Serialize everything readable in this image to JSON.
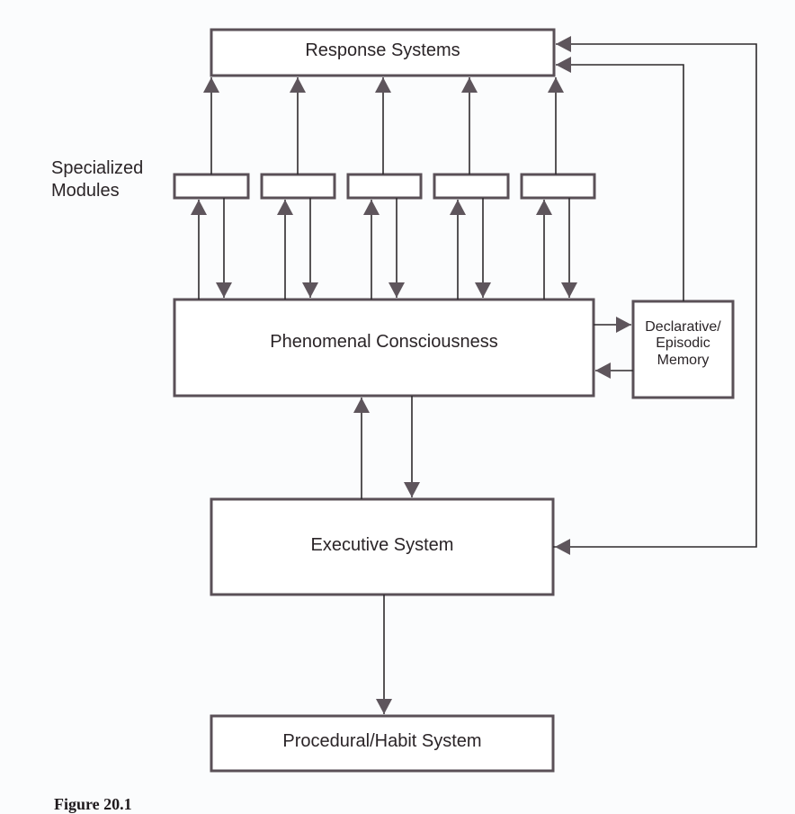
{
  "diagram": {
    "nodes": {
      "response_systems": "Response Systems",
      "specialized_modules_label": "Specialized Modules",
      "specialized_modules_count": 5,
      "phenomenal_consciousness": "Phenomenal Consciousness",
      "declarative_memory": [
        "Declarative/",
        "Episodic",
        "Memory"
      ],
      "executive_system": "Executive System",
      "procedural_system": "Procedural/Habit System"
    },
    "edges": [
      {
        "from": "specialized_modules",
        "to": "response_systems"
      },
      {
        "from": "phenomenal_consciousness",
        "to": "specialized_modules",
        "bidirectional": true
      },
      {
        "from": "phenomenal_consciousness",
        "to": "declarative_memory",
        "bidirectional": true
      },
      {
        "from": "declarative_memory",
        "to": "response_systems"
      },
      {
        "from": "executive_system",
        "to": "response_systems"
      },
      {
        "from": "executive_system",
        "to": "phenomenal_consciousness",
        "bidirectional": true
      },
      {
        "from": "executive_system",
        "to": "procedural_system"
      }
    ],
    "caption": "Figure 20.1"
  }
}
